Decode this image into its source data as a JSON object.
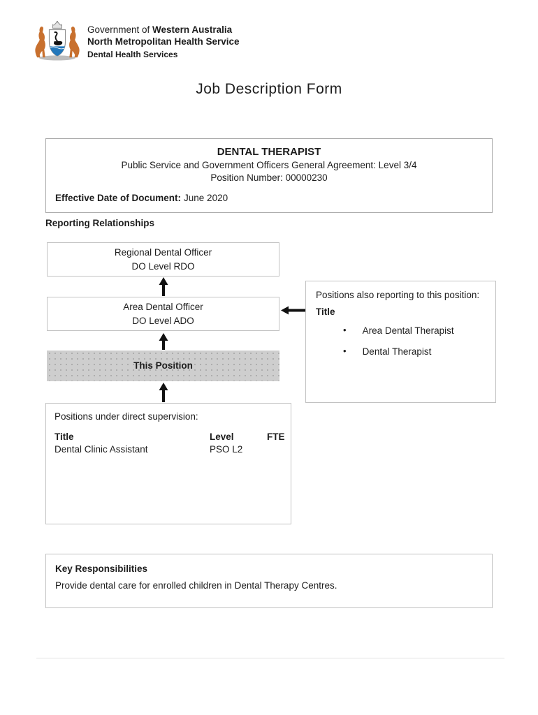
{
  "header": {
    "logo": "wa-coat-of-arms",
    "government_prefix": "Government of ",
    "government_bold": "Western Australia",
    "service_line": "North Metropolitan Health Service",
    "division_line": "Dental Health Services"
  },
  "page_title": "Job Description Form",
  "position_box": {
    "title": "DENTAL THERAPIST",
    "agreement": "Public Service and Government Officers General Agreement: Level 3/4",
    "position_number": "Position Number: 00000230",
    "effective_date_label": "Effective Date of Document:",
    "effective_date_value": "June 2020"
  },
  "reporting": {
    "heading": "Reporting Relationships",
    "boxes": {
      "regional": {
        "line1": "Regional Dental Officer",
        "line2": "DO Level RDO"
      },
      "area": {
        "line1": "Area Dental Officer",
        "line2": "DO Level ADO"
      },
      "this_position": {
        "label": "This Position"
      }
    },
    "also_reporting": {
      "intro": "Positions also reporting to this position:",
      "title_label": "Title",
      "bullet_glyph": "•",
      "items": [
        "Area Dental Therapist",
        "Dental Therapist"
      ]
    },
    "supervision": {
      "intro": "Positions under direct supervision:",
      "columns": {
        "title": "Title",
        "level": "Level",
        "fte": "FTE"
      },
      "rows": [
        {
          "title": "Dental Clinic Assistant",
          "level": "PSO L2",
          "fte": ""
        }
      ]
    }
  },
  "key_responsibilities": {
    "heading": "Key Responsibilities",
    "text": "Provide dental care for enrolled children in Dental Therapy Centres."
  },
  "colors": {
    "this_position_bg": "#cecece",
    "box_border": "#c2c2c2",
    "arrow": "#111111",
    "kangaroo": "#c8702e",
    "water": "#2277bb",
    "swan": "#111111",
    "outline_gray": "#8f8f8f"
  }
}
